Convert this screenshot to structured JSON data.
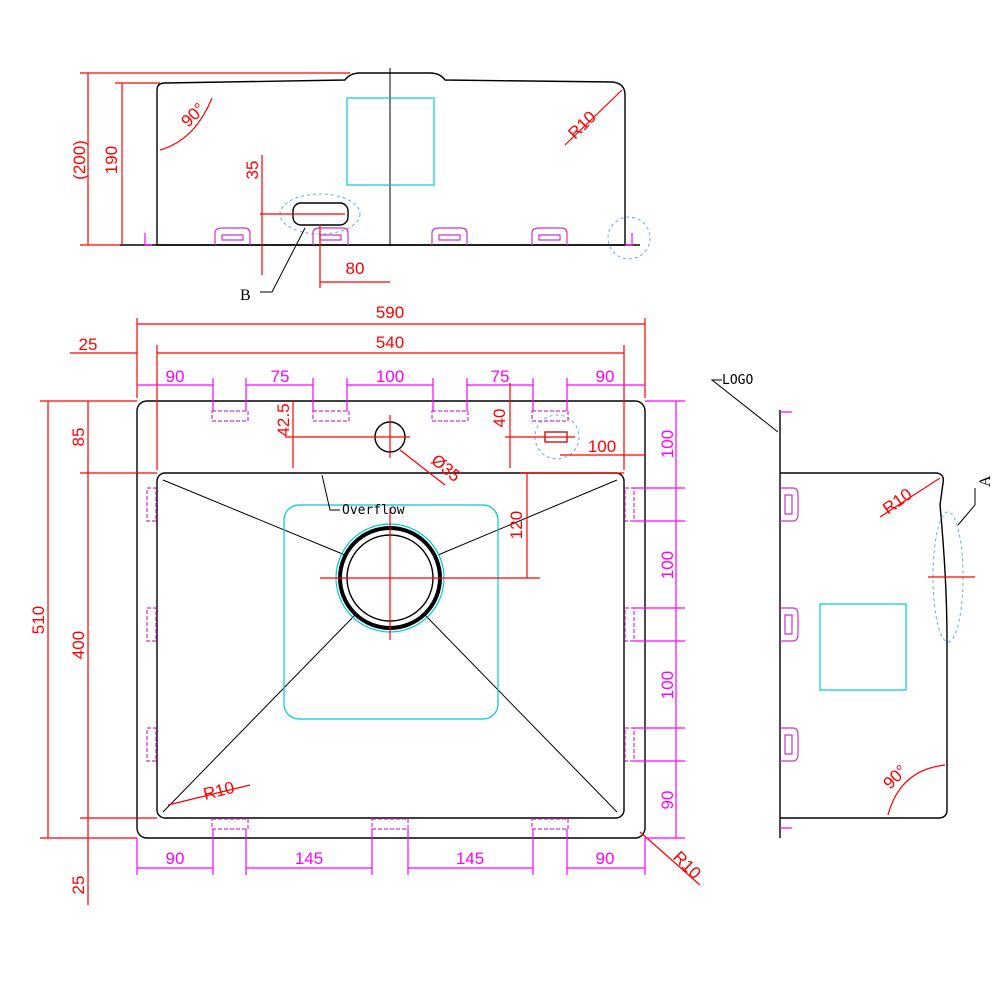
{
  "top_view": {
    "dim_200": "(200)",
    "dim_190": "190",
    "angle_90": "90°",
    "radius_r10": "R10",
    "dim_35": "35",
    "dim_80": "80",
    "label_b": "B"
  },
  "plan_view": {
    "dim_590": "590",
    "dim_540": "540",
    "dim_25_top": "25",
    "top_segments": [
      "90",
      "75",
      "100",
      "75",
      "90"
    ],
    "dim_42_5": "42.5",
    "dim_40": "40",
    "dim_100_right": "100",
    "dim_dia35": "Ø35",
    "dim_120": "120",
    "overflow_label": "Overflow",
    "dim_85": "85",
    "dim_510": "510",
    "dim_400": "400",
    "radius_inner": "R10",
    "radius_outer": "R10",
    "bottom_segments": [
      "90",
      "145",
      "145",
      "90"
    ],
    "dim_25_bottom": "25",
    "right_segments": [
      "100",
      "100",
      "100",
      "90"
    ]
  },
  "side_view": {
    "logo_label": "LOGO",
    "label_a": "A",
    "radius_r10": "R10",
    "angle_90": "90°"
  }
}
